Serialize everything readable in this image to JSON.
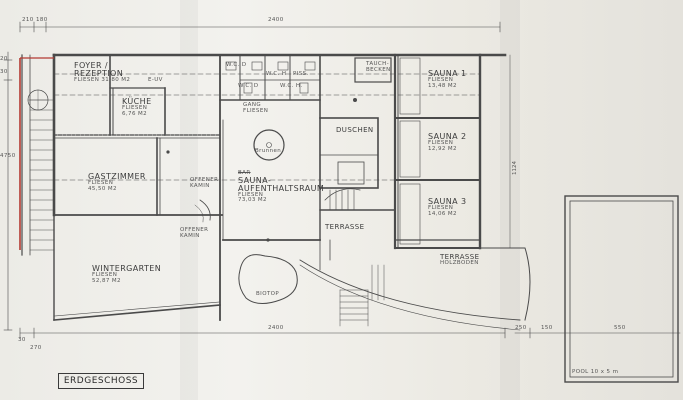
{
  "plan": {
    "title": "ERDGESCHOSS",
    "dimensions": {
      "top_total": "2400",
      "bottom_total": "2400",
      "top_left_a": "210",
      "top_left_b": "180",
      "left_a": "20",
      "left_b": "30",
      "left_c": "4750",
      "right_height": "1124",
      "bottom_left_a": "30",
      "bottom_left_b": "270",
      "pool_a": "250",
      "pool_b": "150",
      "pool_c": "550"
    },
    "rooms": {
      "foyer": {
        "name": "FOYER /",
        "name2": "REZEPTION",
        "floor": "FLIESEN",
        "area": "31,80 M2"
      },
      "kueche": {
        "name": "KÜCHE",
        "floor": "FLIESEN",
        "area": "6,76 M2"
      },
      "euv": {
        "name": "E-UV"
      },
      "gastzimmer": {
        "name": "GASTZIMMER",
        "floor": "FLIESEN",
        "area": "45,50 M2"
      },
      "offener_kamin_1": {
        "line1": "OFFENER",
        "line2": "KAMIN"
      },
      "offener_kamin_2": {
        "line1": "OFFENER",
        "line2": "KAMIN"
      },
      "wintergarten": {
        "name": "WINTERGARTEN",
        "floor": "FLIESEN",
        "area": "52,87 M2"
      },
      "wc_d": {
        "name": "W.C. D"
      },
      "wc_h": {
        "name": "W.C. H"
      },
      "pissoir": {
        "name": "PISS."
      },
      "wc_d2": {
        "name": "W.C. D"
      },
      "wc_h2": {
        "name": "W.C. H."
      },
      "gang": {
        "name": "GANG",
        "floor": "FLIESEN"
      },
      "tauchbecken": {
        "name": "TAUCH-",
        "name2": "BECKEN"
      },
      "brunnen": {
        "name": "Brunnen"
      },
      "sauna_aufenthalt": {
        "struck": "BAR",
        "name": "SAUNA-",
        "name2": "AUFENTHALTSRAUM",
        "floor": "FLIESEN",
        "area": "73,03 M2"
      },
      "duschen": {
        "name": "DUSCHEN"
      },
      "sauna1": {
        "name": "SAUNA 1",
        "floor": "FLIESEN",
        "area": "13,48 M2"
      },
      "sauna2": {
        "name": "SAUNA 2",
        "floor": "FLIESEN",
        "area": "12,92 M2"
      },
      "sauna3": {
        "name": "SAUNA 3",
        "floor": "FLIESEN",
        "area": "14,06 M2"
      },
      "terrasse_1": {
        "name": "TERRASSE"
      },
      "terrasse_2": {
        "name": "TERRASSE",
        "floor": "HOLZBODEN"
      },
      "biotop": {
        "name": "BIOTOP"
      },
      "pool": {
        "name": "POOL  10 x 5 m"
      }
    }
  }
}
